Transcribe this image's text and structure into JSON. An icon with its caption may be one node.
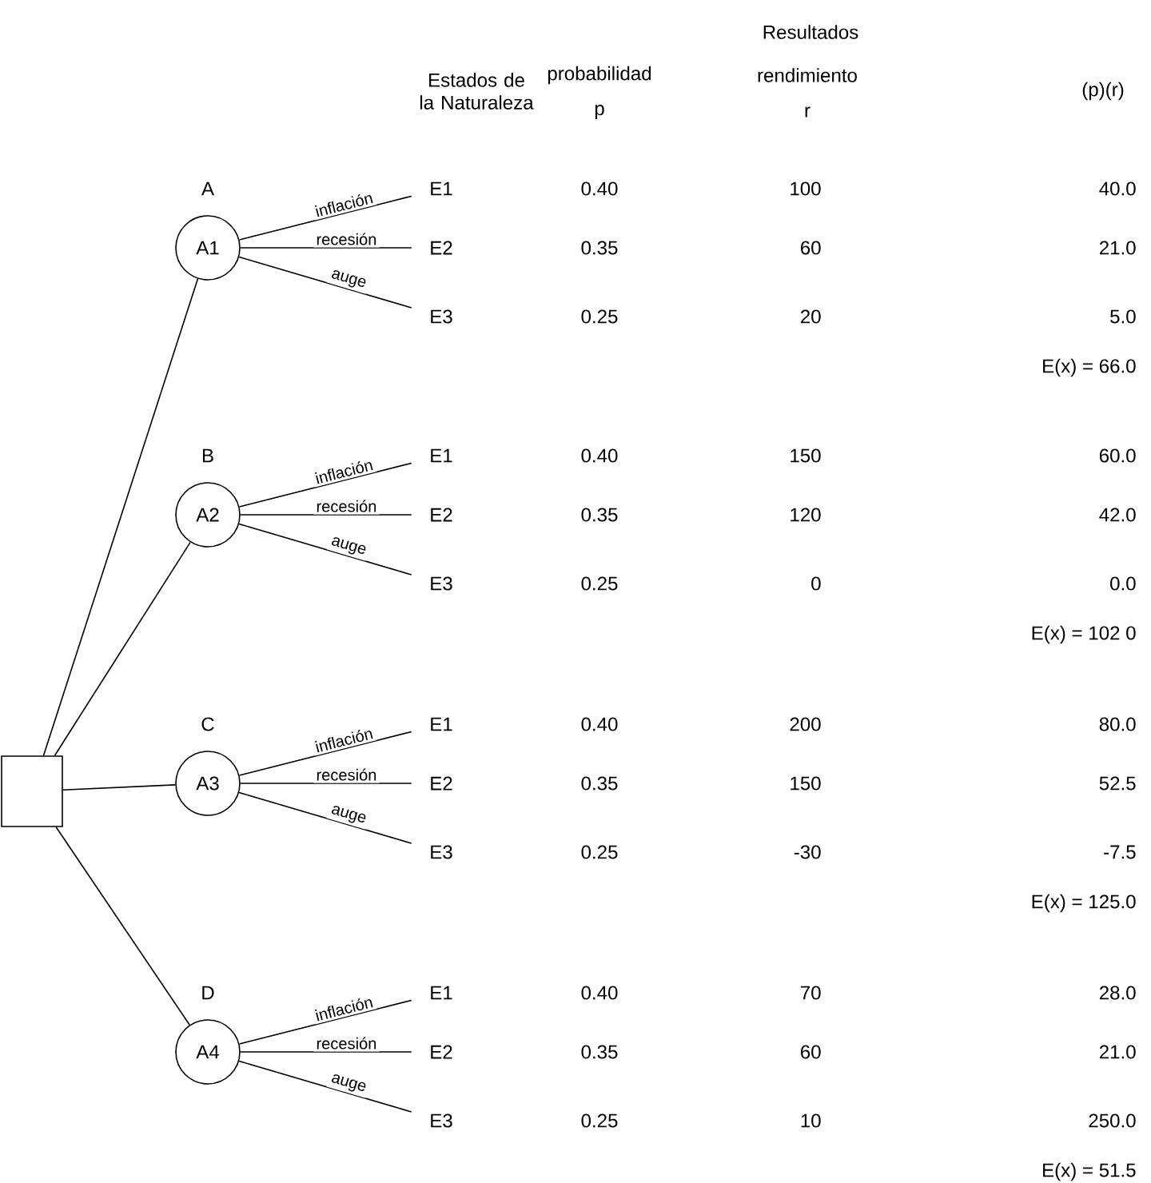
{
  "diagram": {
    "nodes": [
      {
        "text": [],
        "shape": "box"
      },
      {
        "text": [
          "A1"
        ],
        "beside": [
          "A"
        ]
      },
      {
        "text": [
          "E1"
        ]
      },
      {
        "text": [
          "E2"
        ]
      },
      {
        "text": [
          "E3"
        ]
      },
      {
        "text": [
          "A2"
        ],
        "beside": [
          "B"
        ]
      },
      {
        "text": [
          "E1"
        ]
      },
      {
        "text": [
          "E2"
        ]
      },
      {
        "text": [
          "E3"
        ]
      },
      {
        "text": [
          "A3"
        ],
        "beside": [
          "C"
        ]
      },
      {
        "text": [
          "E1"
        ]
      },
      {
        "text": [
          "E2"
        ]
      },
      {
        "text": [
          "E3"
        ]
      },
      {
        "text": [
          "A4"
        ],
        "beside": [
          "D"
        ]
      },
      {
        "text": [
          "E1"
        ]
      },
      {
        "text": [
          "E2"
        ]
      },
      {
        "text": [
          "E3"
        ]
      }
    ],
    "edges": [
      {
        "from": 0,
        "to": 1,
        "arrow": "none"
      },
      {
        "from": 1,
        "to": 2,
        "arrow": "none",
        "label": "inflación"
      },
      {
        "from": 1,
        "to": 3,
        "arrow": "none",
        "label": "recesión"
      },
      {
        "from": 1,
        "to": 4,
        "arrow": "none",
        "label": "auge"
      },
      {
        "from": 0,
        "to": 5,
        "arrow": "none"
      },
      {
        "from": 5,
        "to": 6,
        "arrow": "none",
        "label": "inflación"
      },
      {
        "from": 5,
        "to": 7,
        "arrow": "none",
        "label": "recesión"
      },
      {
        "from": 5,
        "to": 8,
        "arrow": "none",
        "label": "auge"
      },
      {
        "from": 0,
        "to": 9,
        "arrow": "none"
      },
      {
        "from": 9,
        "to": 10,
        "arrow": "none",
        "label": "inflación"
      },
      {
        "from": 9,
        "to": 11,
        "arrow": "none",
        "label": "recesión"
      },
      {
        "from": 9,
        "to": 12,
        "arrow": "none",
        "label": "auge"
      },
      {
        "from": 0,
        "to": 13,
        "arrow": "none"
      },
      {
        "from": 13,
        "to": 14,
        "arrow": "none",
        "label": "inflación"
      },
      {
        "from": 13,
        "to": 15,
        "arrow": "none",
        "label": "recesión"
      },
      {
        "from": 13,
        "to": 16,
        "arrow": "none",
        "label": "auge"
      }
    ],
    "labels": [
      "Resultados",
      "Estados de la Naturaleza",
      "probabilidad",
      "rendimiento",
      "(p)(r)",
      "p",
      "r",
      "0.40",
      "100",
      "40.0",
      "0.35",
      "60",
      "21.0",
      "0.25",
      "20",
      "5.0",
      "E(x) = 66.0",
      "0.40",
      "150",
      "60.0",
      "0.35",
      "120",
      "42.0",
      "0.25",
      "0",
      "0.0",
      "E(x) = 102 0",
      "0.40",
      "200",
      "80.0",
      "0.35",
      "150",
      "52.5",
      "0.25",
      "-30",
      "-7.5",
      "E(x) = 125.0",
      "0.40",
      "70",
      "28.0",
      "0.35",
      "60",
      "21.0",
      "0.25",
      "10",
      "250.0",
      "E(x) = 51.5"
    ]
  }
}
